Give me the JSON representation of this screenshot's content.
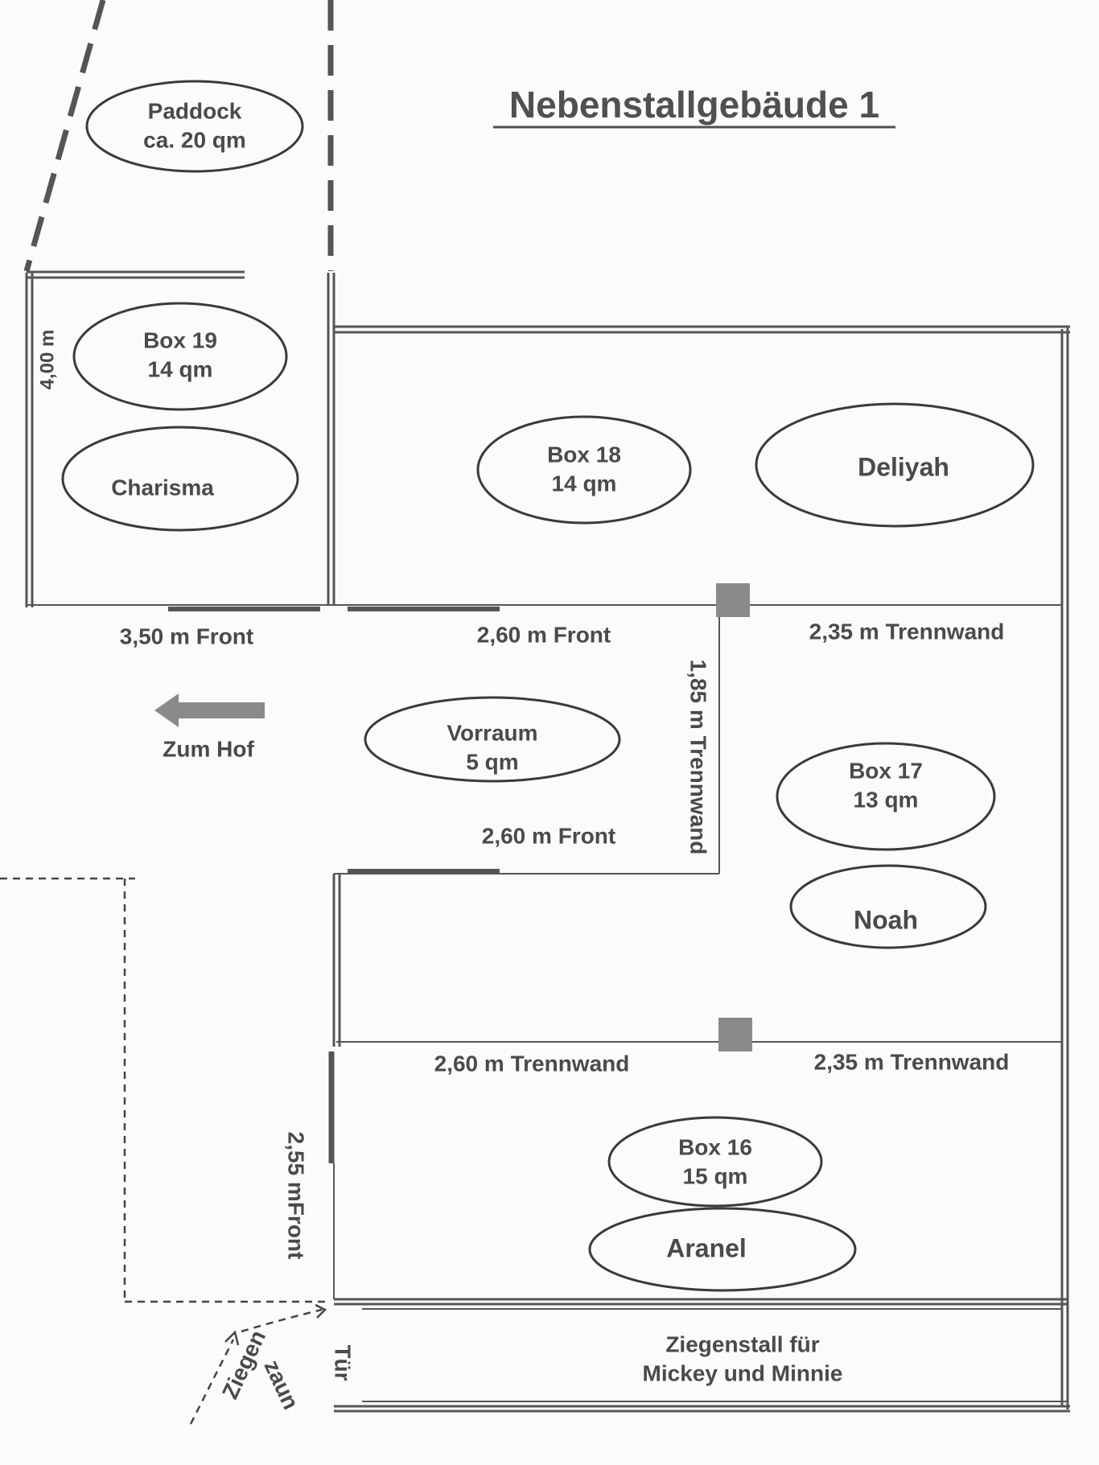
{
  "title": "Nebenstallgebäude 1",
  "areas": {
    "paddock": {
      "name": "Paddock",
      "size": "ca. 20 qm"
    },
    "box19": {
      "name": "Box 19",
      "size": "14 qm",
      "horse": "Charisma"
    },
    "box18": {
      "name": "Box 18",
      "size": "14 qm",
      "horse": "Deliyah"
    },
    "vorraum": {
      "name": "Vorraum",
      "size": "5 qm"
    },
    "box17": {
      "name": "Box 17",
      "size": "13 qm",
      "horse": "Noah"
    },
    "box16": {
      "name": "Box 16",
      "size": "15 qm",
      "horse": "Aranel"
    },
    "ziegenstall": {
      "line1": "Ziegenstall für",
      "line2": "Mickey und Minnie"
    }
  },
  "dimensions": {
    "box19_side": "4,00 m",
    "box19_front": "3,50 m Front",
    "box18_front": "2,60 m Front",
    "box18_divider": "1,85 m Trennwand",
    "box17_top_divider": "2,35 m Trennwand",
    "vorraum_front": "2,60 m Front",
    "box16_divider_left": "2,60 m Trennwand",
    "box16_divider_right": "2,35 m Trennwand",
    "box16_front": "2,55 mFront"
  },
  "labels": {
    "to_yard": "Zum Hof",
    "door": "Tür",
    "goat_fence_1": "Ziegen",
    "goat_fence_2": "zaun"
  },
  "colors": {
    "wall": "#555555",
    "pillar": "#8a8a8a",
    "text": "#4a4a4a"
  }
}
